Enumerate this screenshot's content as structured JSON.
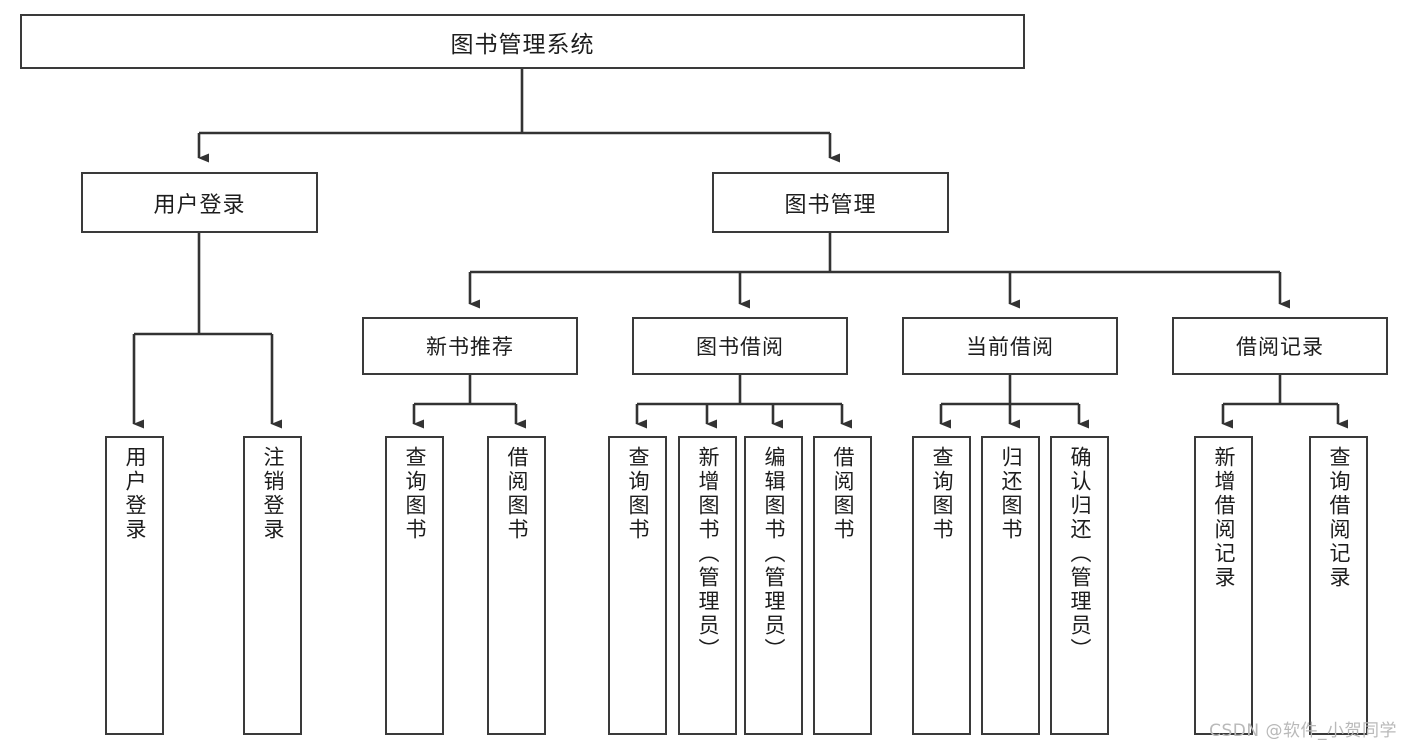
{
  "diagram": {
    "title": "图书管理系统",
    "type": "hierarchy-tree",
    "watermark": "CSDN @软件_小贺同学",
    "colors": {
      "box_border": "#3a3a3a",
      "box_fill": "#ffffff",
      "connector": "#333333",
      "text": "#1d1d1d",
      "watermark": "#b9b9b9"
    },
    "nodes": {
      "root": {
        "label": "图书管理系统"
      },
      "level2": [
        {
          "id": "user-login",
          "label": "用户登录"
        },
        {
          "id": "book-manage",
          "label": "图书管理"
        }
      ],
      "level3": [
        {
          "id": "new-book-recommend",
          "label": "新书推荐"
        },
        {
          "id": "book-borrow",
          "label": "图书借阅"
        },
        {
          "id": "current-borrow",
          "label": "当前借阅"
        },
        {
          "id": "borrow-record",
          "label": "借阅记录"
        }
      ],
      "leaves": {
        "user-login": [
          {
            "id": "leaf-user-login",
            "label": "用户登录"
          },
          {
            "id": "leaf-logout",
            "label": "注销登录"
          }
        ],
        "new-book-recommend": [
          {
            "id": "leaf-query-book-1",
            "label": "查询图书"
          },
          {
            "id": "leaf-borrow-book-1",
            "label": "借阅图书"
          }
        ],
        "book-borrow": [
          {
            "id": "leaf-query-book-2",
            "label": "查询图书"
          },
          {
            "id": "leaf-add-book",
            "label": "新增图书（管理员）"
          },
          {
            "id": "leaf-edit-book",
            "label": "编辑图书（管理员）"
          },
          {
            "id": "leaf-borrow-book-2",
            "label": "借阅图书"
          }
        ],
        "current-borrow": [
          {
            "id": "leaf-query-book-3",
            "label": "查询图书"
          },
          {
            "id": "leaf-return-book",
            "label": "归还图书"
          },
          {
            "id": "leaf-confirm-return",
            "label": "确认归还（管理员）"
          }
        ],
        "borrow-record": [
          {
            "id": "leaf-add-record",
            "label": "新增借阅记录"
          },
          {
            "id": "leaf-query-record",
            "label": "查询借阅记录"
          }
        ]
      }
    }
  }
}
